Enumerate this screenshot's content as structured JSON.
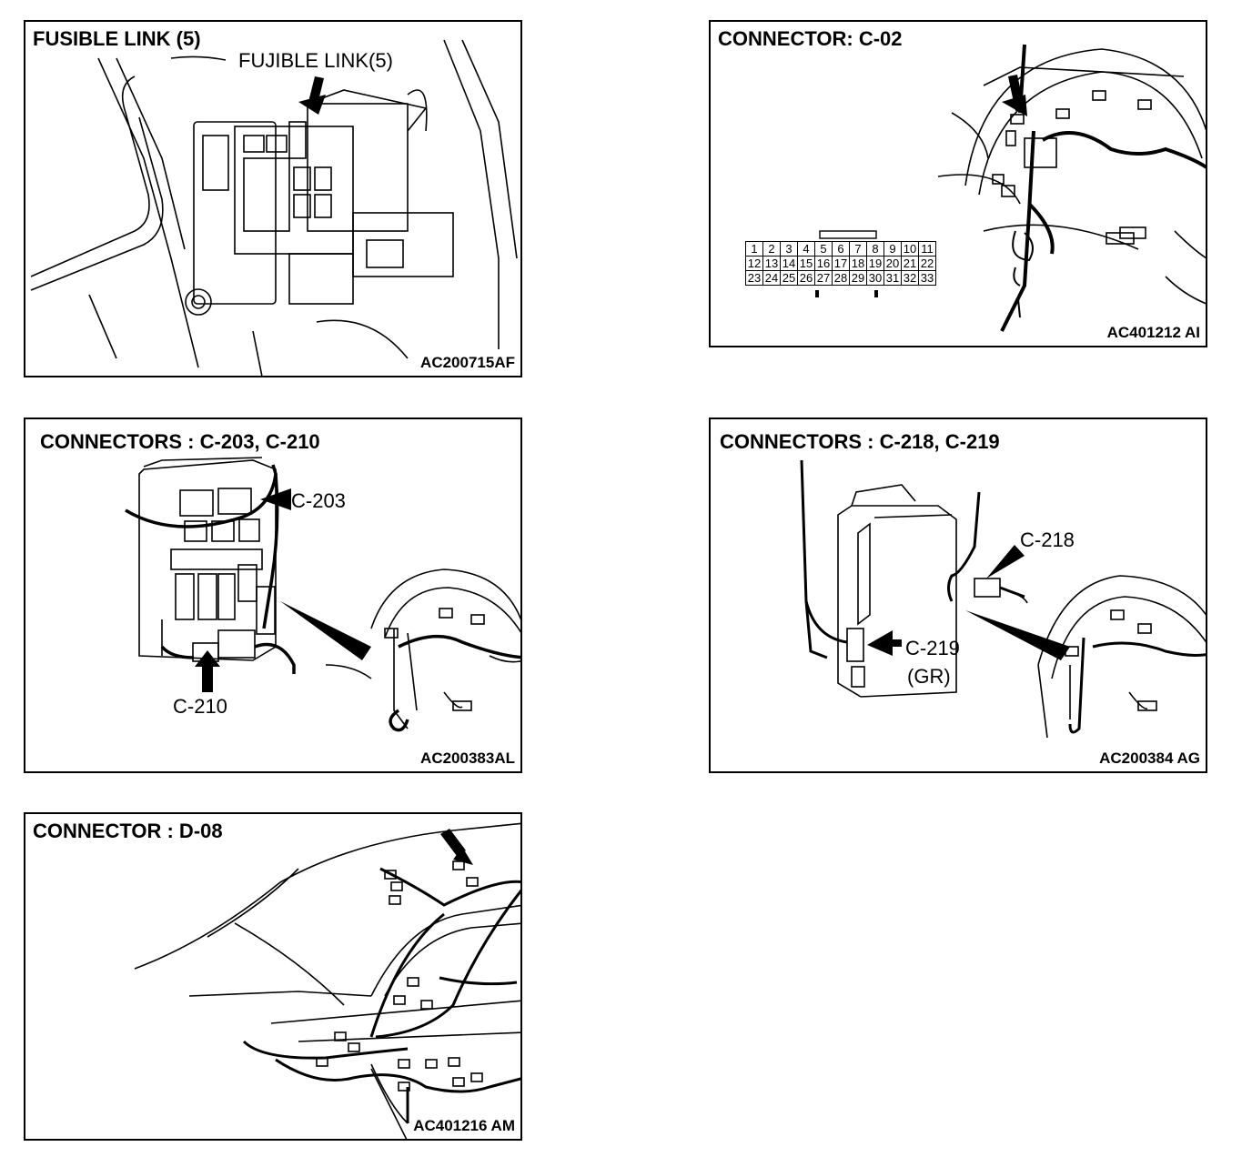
{
  "panels": {
    "fusible_link": {
      "title": "FUSIBLE LINK (5)",
      "callout": "FUJIBLE LINK(5)",
      "code": "AC200715AF"
    },
    "connector_c02": {
      "title": "CONNECTOR: C-02",
      "code": "AC401212 AI",
      "pins": [
        [
          "1",
          "2",
          "3",
          "4",
          "5",
          "6",
          "7",
          "8",
          "9",
          "10",
          "11"
        ],
        [
          "12",
          "13",
          "14",
          "15",
          "16",
          "17",
          "18",
          "19",
          "20",
          "21",
          "22"
        ],
        [
          "23",
          "24",
          "25",
          "26",
          "27",
          "28",
          "29",
          "30",
          "31",
          "32",
          "33"
        ]
      ]
    },
    "connectors_c203_c210": {
      "title": "CONNECTORS : C-203, C-210",
      "label_c203": "C-203",
      "label_c210": "C-210",
      "code": "AC200383AL"
    },
    "connectors_c218_c219": {
      "title": "CONNECTORS : C-218, C-219",
      "label_c218": "C-218",
      "label_c219": "C-219",
      "label_c219_color": "(GR)",
      "code": "AC200384 AG"
    },
    "connector_d08": {
      "title": "CONNECTOR : D-08",
      "code": "AC401216 AM"
    }
  }
}
